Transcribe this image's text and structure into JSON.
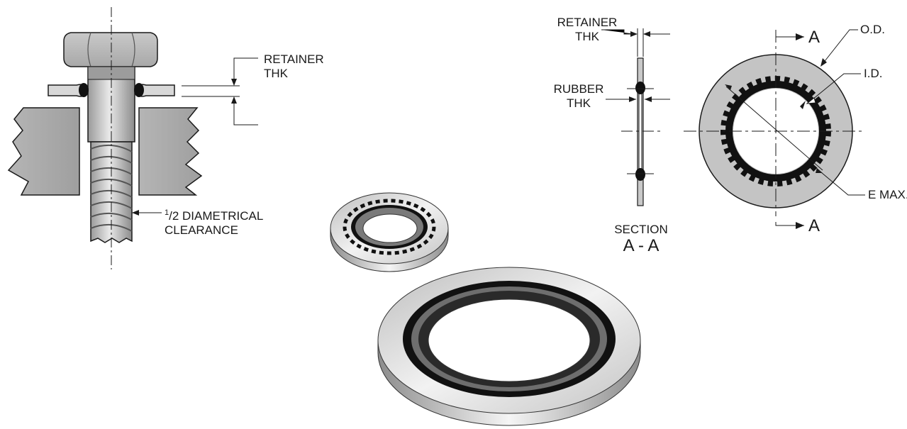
{
  "labels": {
    "retainer_thk_bolt_1": "RETAINER",
    "retainer_thk_bolt_2": "THK",
    "clearance_num": "1",
    "clearance_rest": "/2 DIAMETRICAL",
    "clearance_2": "CLEARANCE",
    "retainer_thk_section_1": "RETAINER",
    "retainer_thk_section_2": "THK",
    "rubber_thk_1": "RUBBER",
    "rubber_thk_2": "THK",
    "section_1": "SECTION",
    "section_2": "A - A",
    "od": "O.D.",
    "id": "I.D.",
    "emax": "E MAX.",
    "cut_a_top": "A",
    "cut_a_bottom": "A"
  },
  "colors": {
    "line": "#1a1a1a",
    "metal_light": "#e2e2e2",
    "metal_mid": "#bdbdbd",
    "metal_dark": "#8a8a8a",
    "rubber": "#111111",
    "washer_face": "#c8c8c8"
  }
}
